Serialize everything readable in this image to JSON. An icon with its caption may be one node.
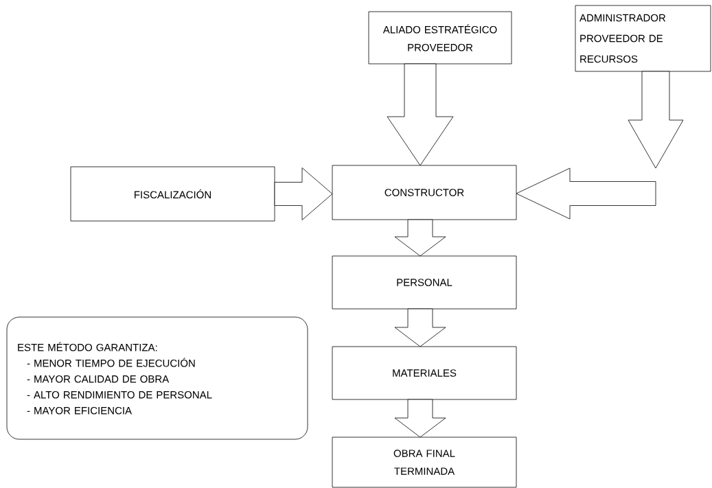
{
  "diagram": {
    "nodes": [
      {
        "text": [
          "ALIADO ESTRATÉGICO PROVEEDOR"
        ]
      },
      {
        "text": [
          "ADMINISTRADOR PROVEEDOR DE RECURSOS"
        ]
      },
      {
        "text": [
          "FISCALIZACIÓN"
        ]
      },
      {
        "text": [
          "CONSTRUCTOR"
        ]
      },
      {
        "text": [
          "PERSONAL"
        ]
      },
      {
        "text": [
          "MATERIALES"
        ]
      },
      {
        "text": [
          "OBRA FINAL TERMINADA"
        ]
      },
      {
        "text": [
          "ESTE MÉTODO GARANTIZA:",
          "- MENOR TIEMPO DE EJECUCIÓN",
          "- MAYOR CALIDAD DE OBRA",
          "- ALTO RENDIMIENTO DE PERSONAL",
          "- MAYOR EFICIENCIA"
        ]
      }
    ],
    "edges": [
      {
        "from": 0,
        "to": 3,
        "arrow": "to"
      },
      {
        "from": 1,
        "to": null,
        "arrow": "to"
      },
      {
        "from": null,
        "to": 3,
        "arrow": "to"
      },
      {
        "from": 2,
        "to": 3,
        "arrow": "to"
      },
      {
        "from": 3,
        "to": 4,
        "arrow": "to"
      },
      {
        "from": 4,
        "to": 5,
        "arrow": "to"
      },
      {
        "from": 5,
        "to": 6,
        "arrow": "to"
      }
    ]
  }
}
